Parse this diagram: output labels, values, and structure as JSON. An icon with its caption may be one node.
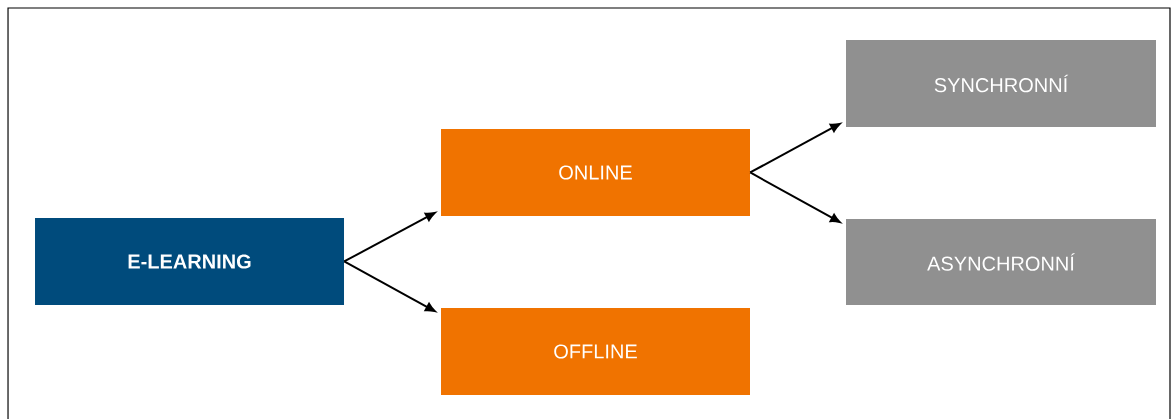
{
  "diagram": {
    "nodes": [
      {
        "text": [
          "E-LEARNING"
        ]
      },
      {
        "text": [
          "ONLINE"
        ]
      },
      {
        "text": [
          "OFFLINE"
        ]
      },
      {
        "text": [
          "SYNCHRONNÍ"
        ]
      },
      {
        "text": [
          "ASYNCHRONNÍ"
        ]
      }
    ],
    "edges": [
      {
        "from": 0,
        "to": 1,
        "arrow": "to"
      },
      {
        "from": 0,
        "to": 2,
        "arrow": "to"
      },
      {
        "from": 1,
        "to": 3,
        "arrow": "to"
      },
      {
        "from": 1,
        "to": 4,
        "arrow": "to"
      }
    ]
  }
}
